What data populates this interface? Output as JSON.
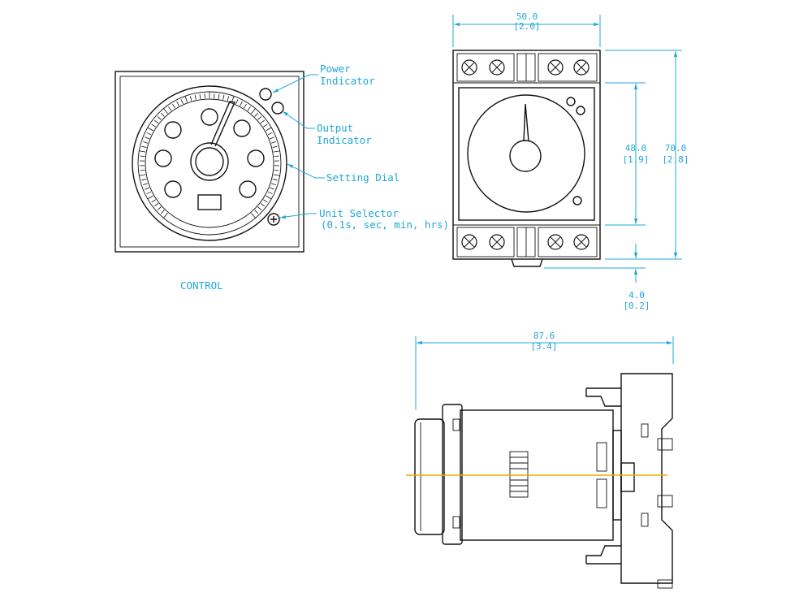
{
  "colors": {
    "annotation": "#1fa8d6",
    "outline": "#111111",
    "centerline": "#f0a800"
  },
  "front_view": {
    "caption": "CONTROL",
    "callouts": {
      "power_1": "Power",
      "power_2": "Indicator",
      "output_1": "Output",
      "output_2": "Indicator",
      "dial": "Setting Dial",
      "unit_1": "Unit Selector",
      "unit_2": "(0.1s, sec, min, hrs)"
    }
  },
  "socket_view": {
    "width_mm": "50.0",
    "width_in": "[2.0]",
    "body_h_mm": "48.0",
    "body_h_in": "[1.9]",
    "total_h_mm": "70.0",
    "total_h_in": "[2.8]",
    "foot_mm": "4.0",
    "foot_in": "[0.2]"
  },
  "side_view": {
    "depth_mm": "87.6",
    "depth_in": "[3.4]"
  }
}
